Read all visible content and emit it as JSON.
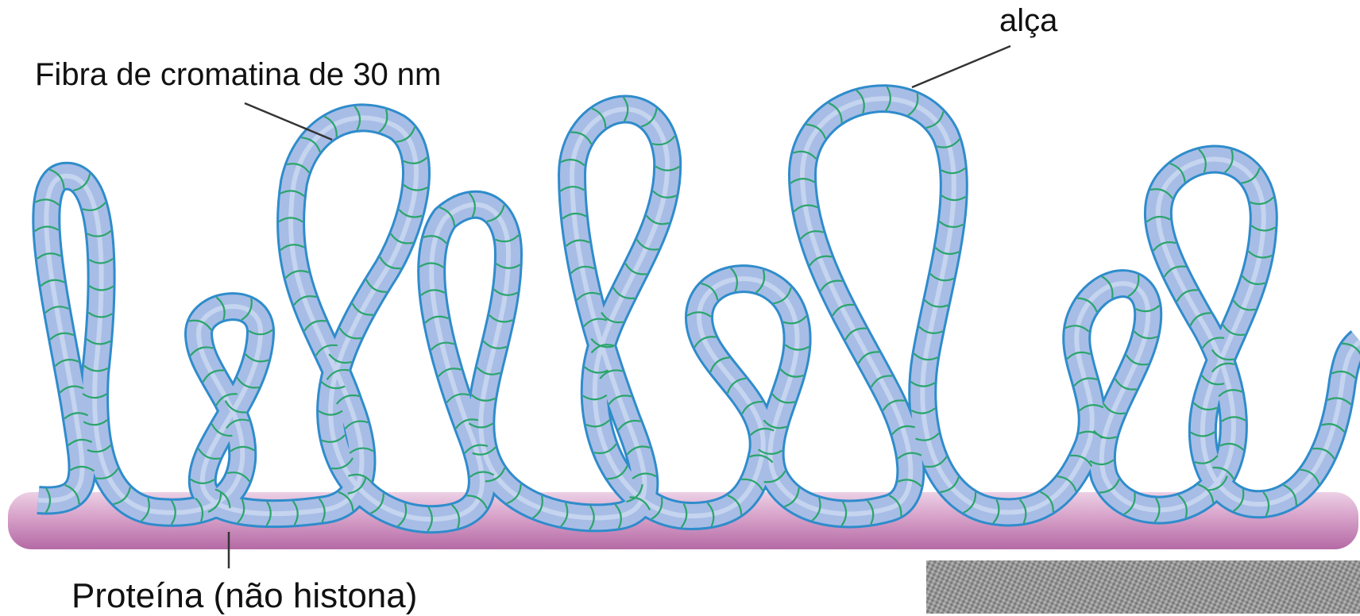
{
  "labels": {
    "fiber": "Fibra de cromatina de 30 nm",
    "loop": "alça",
    "protein": "Proteína (não histona)"
  },
  "colors": {
    "fiber_fill": "#a7bde6",
    "fiber_outline": "#2f8ccb",
    "fiber_segment": "#2aa56b",
    "protein_rod": "#d28fc0",
    "micrograph": "#9a9a9a"
  },
  "images": {
    "micrograph": "electron-micrograph-thumbnail"
  }
}
